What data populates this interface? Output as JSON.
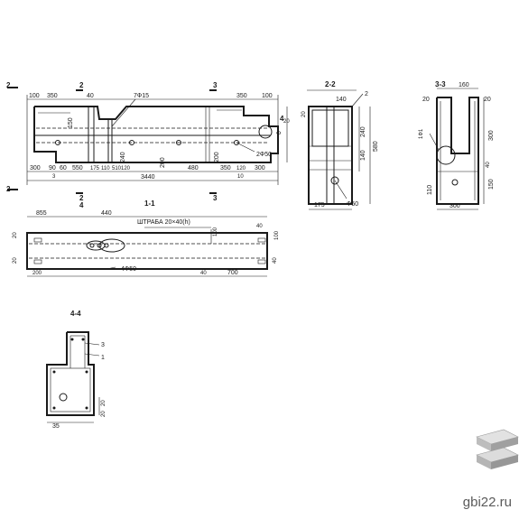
{
  "brand": {
    "site": "gbi22.ru"
  },
  "views": {
    "elevation": {
      "top_dims": [
        "100",
        "350",
        "40",
        "150",
        "350",
        "100"
      ],
      "bottom_dims": [
        "300",
        "90",
        "60",
        "550",
        "175",
        "110",
        "510",
        "120",
        "200",
        "480",
        "350",
        "120",
        "300"
      ],
      "small_dims": [
        "3",
        "240",
        "200",
        "10",
        "20"
      ],
      "total": "3440",
      "callouts": [
        "7Ф15",
        "2Ф50",
        "Ф"
      ],
      "cut_marks": [
        "2",
        "2",
        "2",
        "2",
        "3",
        "3",
        "4",
        "4"
      ]
    },
    "section_2": {
      "title": "2-2",
      "dims": [
        "140",
        "20",
        "240",
        "140",
        "580",
        "175",
        "Ф50"
      ],
      "callout": "2"
    },
    "section_3": {
      "title": "3-3",
      "dims": [
        "160",
        "20",
        "20",
        "300",
        "110",
        "40",
        "150",
        "300"
      ],
      "callout": "1Ф1"
    },
    "plan_1": {
      "title": "1-1",
      "dims": [
        "855",
        "440",
        "100",
        "40",
        "200",
        "40",
        "700",
        "20",
        "20",
        "100",
        "40"
      ],
      "notes": [
        "ШТРАБА 20×40(h)",
        "4Ф50"
      ]
    },
    "section_4": {
      "title": "4-4",
      "dims": [
        "20",
        "20",
        "35"
      ],
      "callouts": [
        "3",
        "1"
      ]
    }
  }
}
